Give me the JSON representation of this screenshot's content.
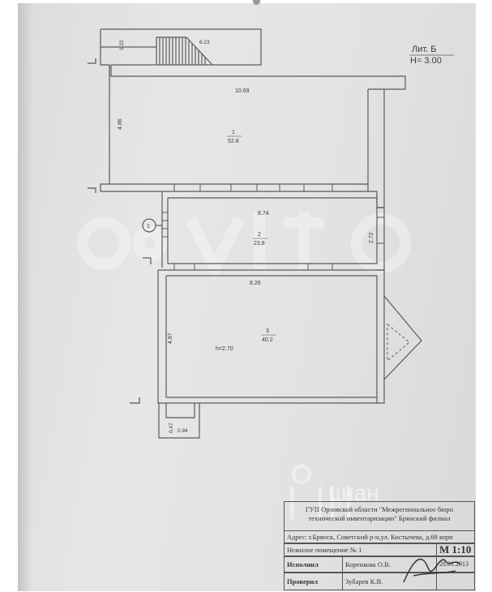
{
  "plan": {
    "letter": "Лит. Б",
    "height_note": "H= 3.00",
    "dims": {
      "stair_small": "1.22",
      "stair_width": "6.23",
      "room1_width": "10.69",
      "room1_height": "4.86",
      "room2_width": "8.74",
      "room2_height": "2.72",
      "room3_width": "8.26",
      "room3_height": "4.87",
      "porch_a": "0.94",
      "porch_b": "0.47"
    },
    "rooms": [
      {
        "number": "1",
        "area": "52.8"
      },
      {
        "number": "2",
        "area": "23.8"
      },
      {
        "number": "3",
        "area": "40.2"
      }
    ],
    "room3_height_note": "h=2.70",
    "marker": "1"
  },
  "watermark": {
    "top": "avito",
    "bottom": "циан"
  },
  "stamp": {
    "org_line1": "ГУП Орловской области \"Межрегиональное бюро",
    "org_line2": "технической инвентаризации\" Брянский филиал",
    "address": "Адрес: г.Брянск, Советский р-н,ул. Костычева, д.68 корп",
    "premises": "Нежилое помещение № 1",
    "scale": "М 1:10",
    "executed_label": "Исполнил",
    "executed_name": "Коренкова О.В.",
    "date": "28.01.2013",
    "checked_label": "Проверил",
    "checked_name": "Зубарев К.В."
  }
}
